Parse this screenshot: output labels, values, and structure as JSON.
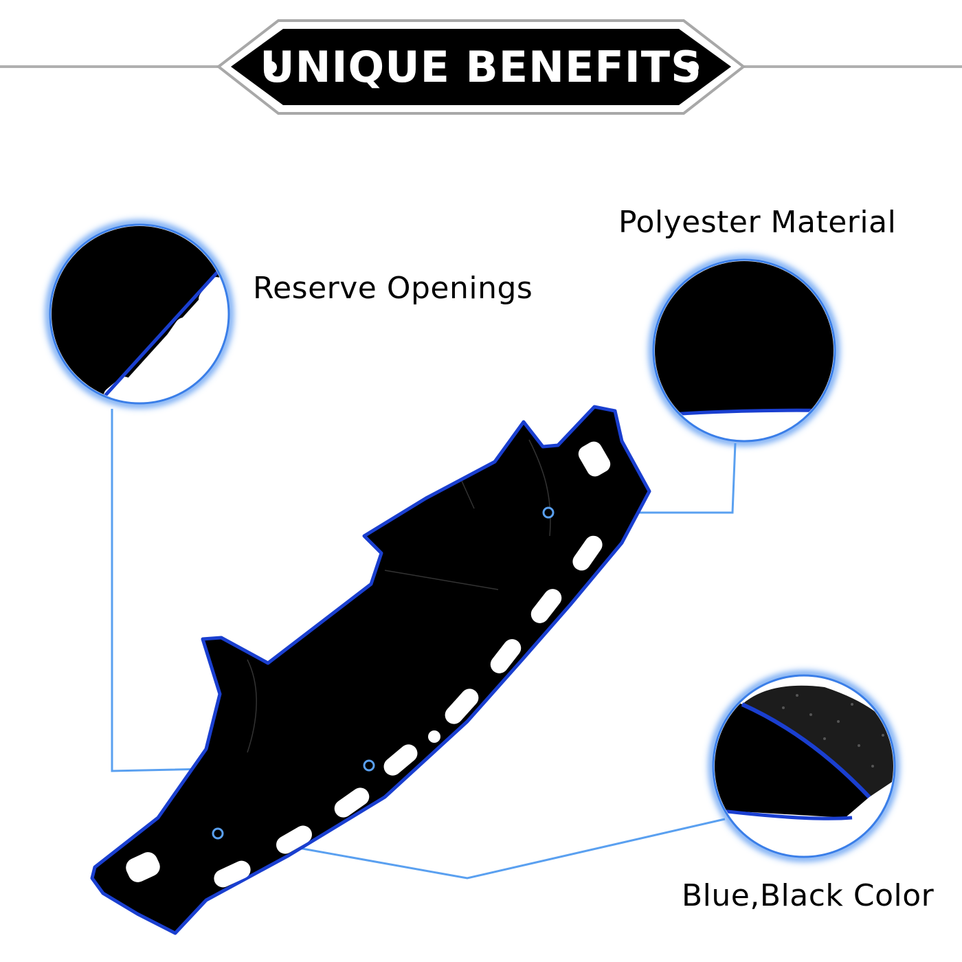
{
  "header": {
    "title": "UNIQUE BENEFITS"
  },
  "features": [
    {
      "label": "Reserve Openings"
    },
    {
      "label": "Polyester Material"
    },
    {
      "label": "Blue,Black Color"
    }
  ],
  "colors": {
    "accent": "#2f6fe8",
    "trim": "#1a3fd0",
    "mat": "#000000",
    "line": "#5aa0f0"
  }
}
